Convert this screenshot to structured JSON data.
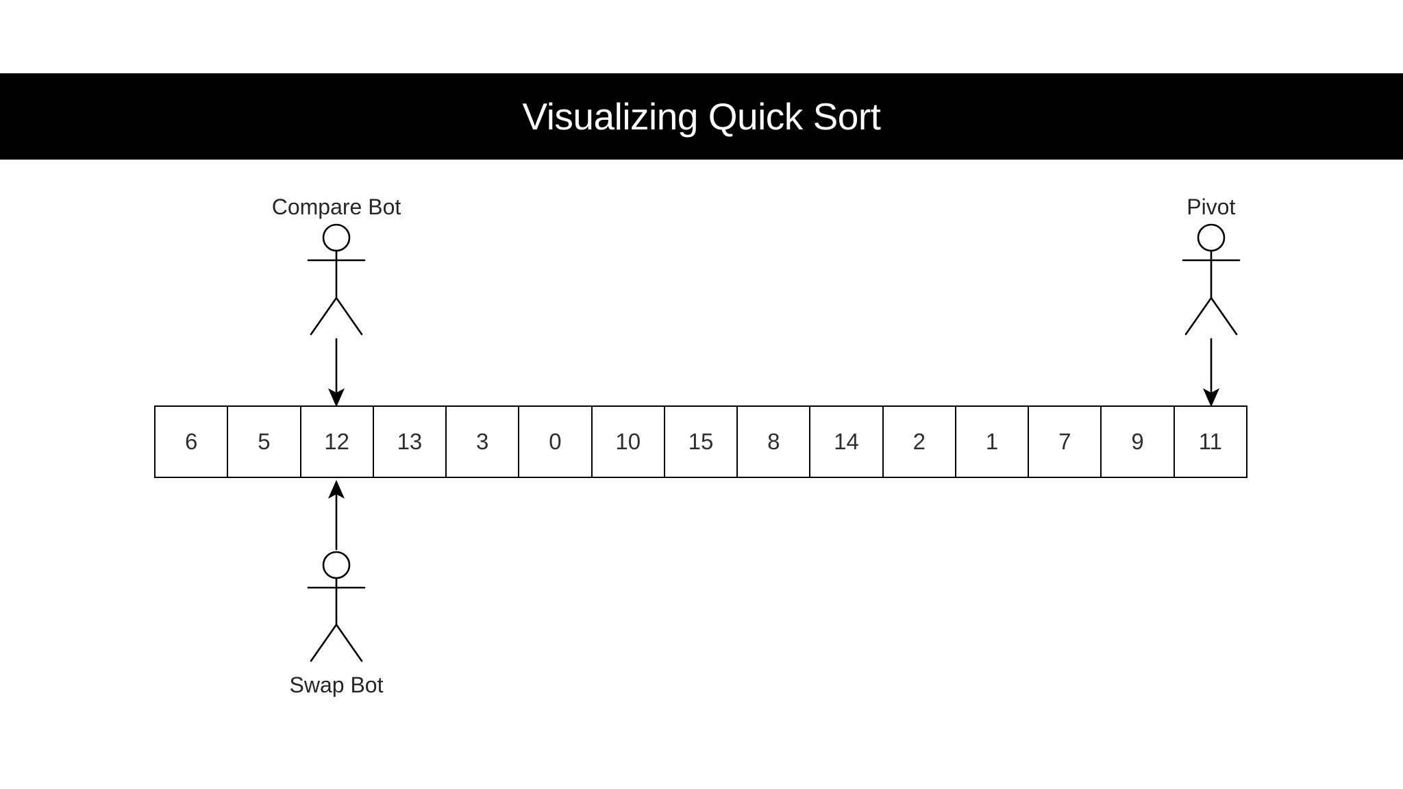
{
  "title": "Visualizing Quick Sort",
  "palette": {
    "header_bg": "#000000",
    "header_text": "#ffffff",
    "line_color": "#000000",
    "cell_text": "#2e2e2e",
    "canvas_bg": "#ffffff"
  },
  "array": {
    "cells": [
      "6",
      "5",
      "12",
      "13",
      "3",
      "0",
      "10",
      "15",
      "8",
      "14",
      "2",
      "1",
      "7",
      "9",
      "11"
    ]
  },
  "actors": {
    "compare": {
      "label": "Compare Bot",
      "points_to_index": 2,
      "points_to_value": "12",
      "arrow_direction": "down"
    },
    "pivot": {
      "label": "Pivot",
      "points_to_index": 14,
      "points_to_value": "11",
      "arrow_direction": "down"
    },
    "swap": {
      "label": "Swap Bot",
      "points_to_index": 2,
      "points_to_value": "12",
      "arrow_direction": "up"
    }
  }
}
